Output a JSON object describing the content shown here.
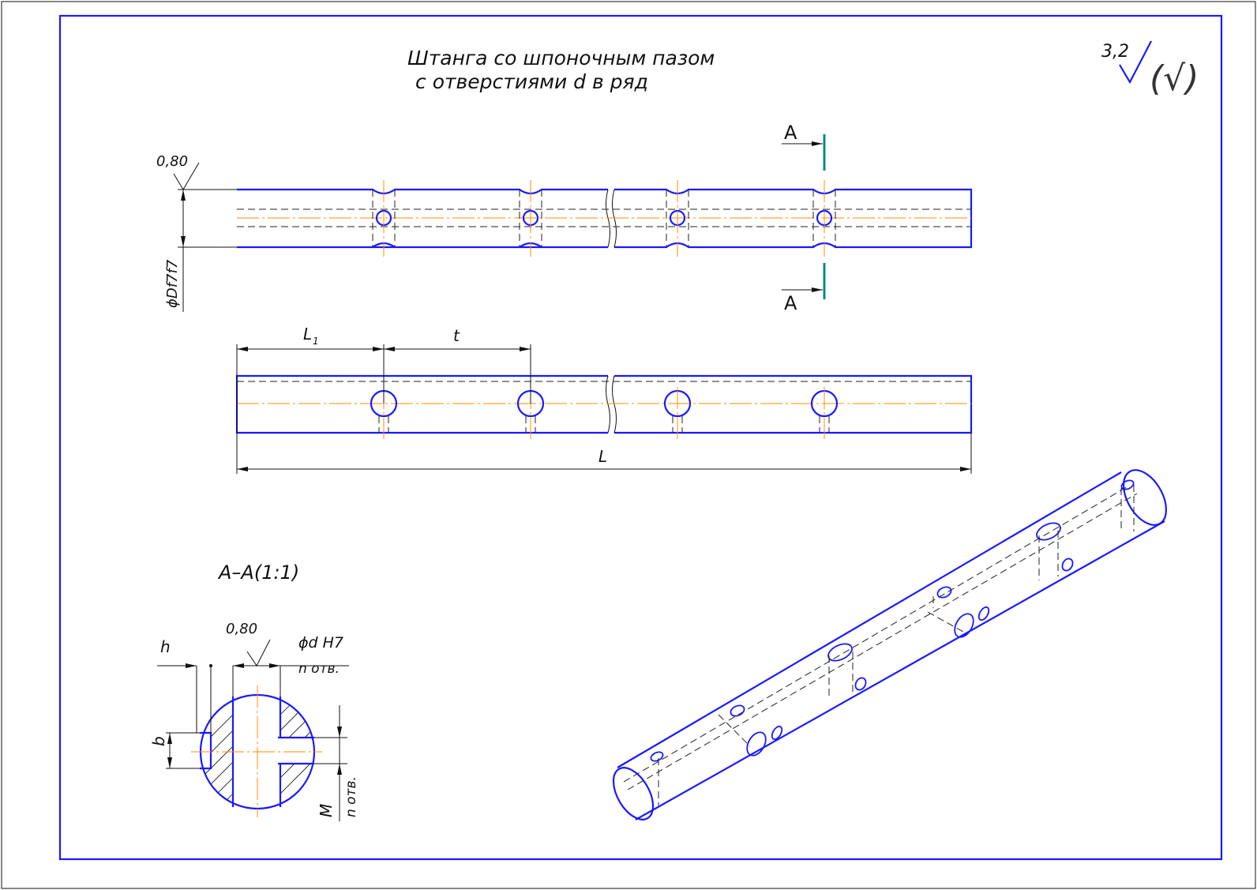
{
  "title": {
    "line1": "Штанга со шпоночным пазом",
    "line2": "с отверстиями d в ряд"
  },
  "roughness": {
    "value": "3,2",
    "general": "(√)"
  },
  "top_view": {
    "roughness": "0,80",
    "diameter_label": "ϕDf7f7",
    "section_mark_top": "A",
    "section_mark_bottom": "A"
  },
  "front_view": {
    "dim_l1": "L",
    "dim_l1_sub": "1",
    "dim_t": "t",
    "dim_l": "L"
  },
  "section": {
    "label": "A–A(1:1)",
    "dim_h": "h",
    "roughness": "0,80",
    "hole_label": "ϕd H7",
    "hole_count": "n отв.",
    "dim_b": "b",
    "thread_label": "M",
    "thread_count": "n отв."
  },
  "colors": {
    "outline": "#1a1aff",
    "axis": "#ff8c00",
    "section_line": "#0a8a7a"
  }
}
